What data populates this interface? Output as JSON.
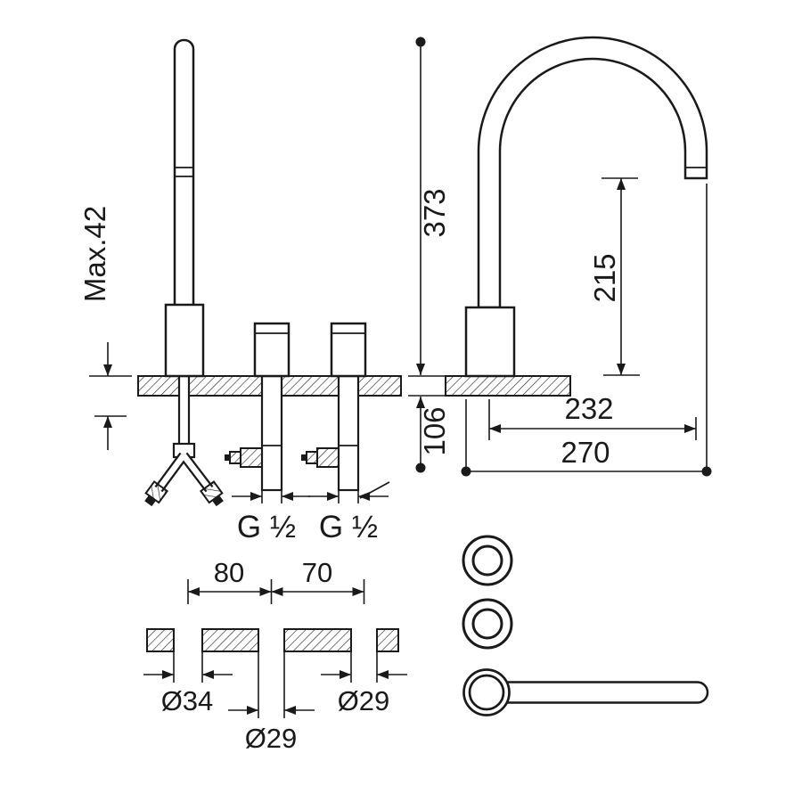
{
  "colors": {
    "ink": "#1a1a1a",
    "background": "#ffffff"
  },
  "drawing": {
    "front_view": {
      "max_thickness_label": "Max.42",
      "inlet_left_label": "G ½",
      "inlet_right_label": "G ½"
    },
    "side_view": {
      "total_height": "373",
      "below_deck_depth": "106",
      "outlet_height": "215",
      "spout_reach": "232",
      "overall_depth": "270"
    },
    "plan_view": {
      "spacing_left": "80",
      "spacing_right": "70",
      "hole_left_diameter": "Ø34",
      "hole_center_diameter": "Ø29",
      "hole_right_diameter": "Ø29"
    }
  }
}
